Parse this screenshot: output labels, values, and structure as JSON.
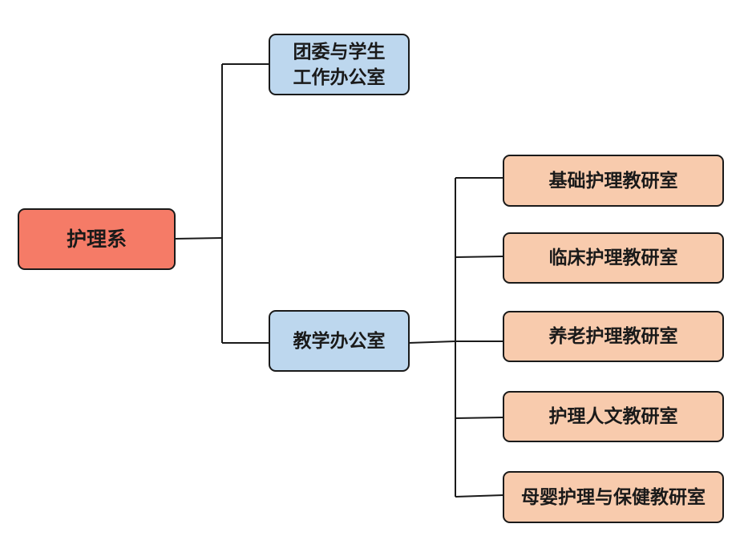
{
  "colors": {
    "root_fill": "#f57b67",
    "office_fill": "#bdd7ee",
    "section_fill": "#f8cbad",
    "line": "#1a1a1a"
  },
  "root": {
    "label": "护理系"
  },
  "offices": [
    {
      "label_line1": "团委与学生",
      "label_line2": "工作办公室"
    },
    {
      "label": "教学办公室"
    }
  ],
  "sections": [
    {
      "label": "基础护理教研室"
    },
    {
      "label": "临床护理教研室"
    },
    {
      "label": "养老护理教研室"
    },
    {
      "label": "护理人文教研室"
    },
    {
      "label": "母婴护理与保健教研室"
    }
  ]
}
